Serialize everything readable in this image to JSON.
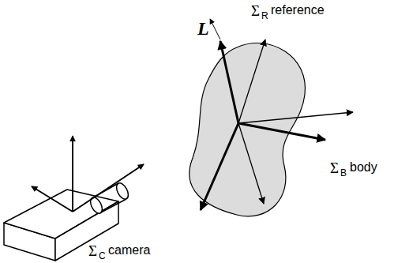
{
  "diagram": {
    "labels": [
      "L",
      "Σ",
      "R",
      "reference",
      "Σ",
      "B",
      "body",
      "Σ",
      "C",
      "camera"
    ]
  }
}
